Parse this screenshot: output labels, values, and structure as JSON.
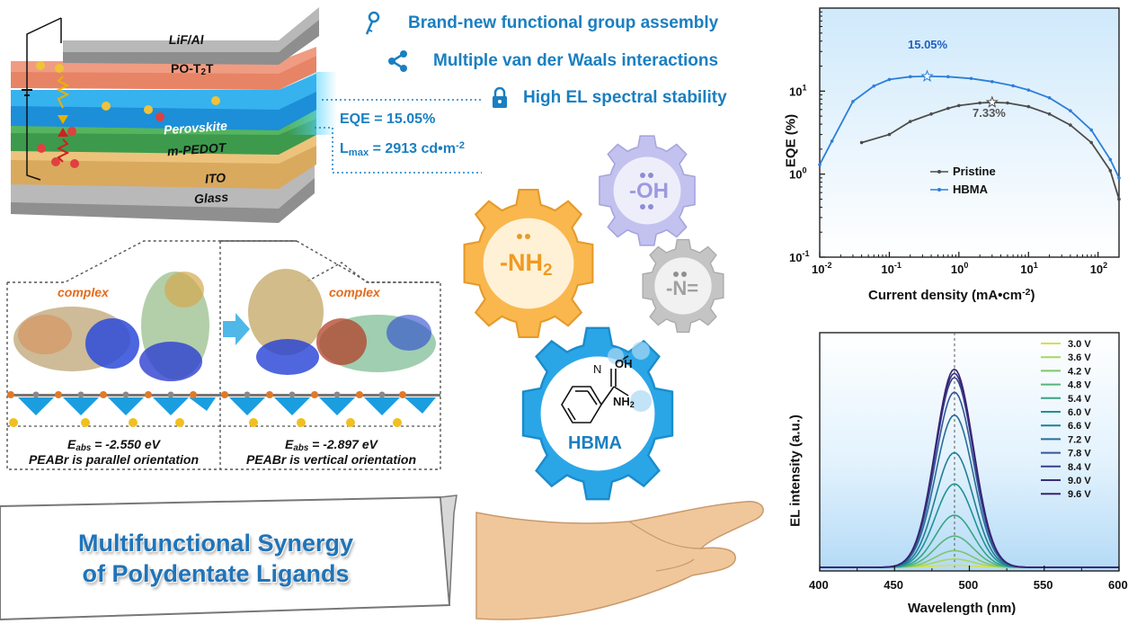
{
  "device": {
    "layers": [
      "LiF/Al",
      "PO-T",
      "2",
      "T",
      "Perovskite",
      "m-PEDOT",
      "ITO",
      "Glass"
    ]
  },
  "features": [
    {
      "icon": "key-icon",
      "text": "Brand-new functional group assembly"
    },
    {
      "icon": "share-icon",
      "text": "Multiple van der Waals interactions"
    },
    {
      "icon": "lock-icon",
      "text": "High EL spectral stability"
    }
  ],
  "params": {
    "eqe": "EQE = 15.05%",
    "lmax_prefix": "L",
    "lmax_sub": "max",
    "lmax_value": " = 2913 cd•m",
    "lmax_exp": "-2"
  },
  "panels": [
    {
      "complex": "complex",
      "eabs_label": "E",
      "eabs_sub": "abs",
      "eabs_value": " = -2.550 eV",
      "orientation": "PEABr is parallel orientation"
    },
    {
      "complex": "complex",
      "eabs_label": "E",
      "eabs_sub": "abs",
      "eabs_value": " = -2.897 eV",
      "orientation": "PEABr is vertical orientation"
    }
  ],
  "gears": {
    "nh2": "-NH",
    "nh2_sub": "2",
    "oh": "-OH",
    "n": "-N=",
    "hbma": "HBMA",
    "oh_label": "OH",
    "nh2_label": "NH",
    "nh2_label_sub": "2",
    "n_label": "N"
  },
  "banner": {
    "line1": "Multifunctional Synergy",
    "line2": "of Polydentate Ligands"
  },
  "colors": {
    "accent_blue": "#1a7fc1",
    "pristine": "#4d4d4d",
    "hbma": "#2d7fd8",
    "nh2_gear": "#f5b84a",
    "oh_gear": "#b8b7e8",
    "n_gear": "#bdbdbd",
    "hbma_gear": "#27a3e2"
  },
  "chart_data": [
    {
      "type": "line",
      "xlabel": "Current density (mA•cm",
      "xlabel_exp": "-2",
      "xlabel_end": ")",
      "ylabel": "EQE (%)",
      "x_scale": "log",
      "y_scale": "log",
      "xlim": [
        0.01,
        200
      ],
      "ylim": [
        0.1,
        100
      ],
      "x_ticks": [
        {
          "base": "10",
          "exp": "-2"
        },
        {
          "base": "10",
          "exp": "-1"
        },
        {
          "base": "10",
          "exp": "0"
        },
        {
          "base": "10",
          "exp": "1"
        },
        {
          "base": "10",
          "exp": "2"
        }
      ],
      "y_ticks": [
        {
          "base": "10",
          "exp": "-1"
        },
        {
          "base": "10",
          "exp": "0"
        },
        {
          "base": "10",
          "exp": "1"
        }
      ],
      "series": [
        {
          "name": "Pristine",
          "color": "#4d4d4d",
          "x": [
            0.04,
            0.1,
            0.2,
            0.4,
            0.7,
            1.0,
            2.0,
            3.0,
            5.0,
            10,
            20,
            40,
            80,
            150,
            200
          ],
          "y": [
            2.4,
            3.0,
            4.3,
            5.3,
            6.2,
            6.7,
            7.2,
            7.33,
            7.2,
            6.5,
            5.3,
            3.9,
            2.4,
            1.1,
            0.5
          ]
        },
        {
          "name": "HBMA",
          "color": "#2d7fd8",
          "x": [
            0.01,
            0.015,
            0.03,
            0.06,
            0.1,
            0.2,
            0.35,
            0.7,
            1.5,
            3,
            6,
            10,
            20,
            40,
            80,
            150,
            200
          ],
          "y": [
            1.3,
            2.5,
            7.5,
            11.5,
            13.8,
            14.9,
            15.05,
            14.9,
            14.2,
            13.0,
            11.6,
            10.3,
            8.3,
            5.8,
            3.4,
            1.5,
            0.9
          ]
        }
      ],
      "annotations": [
        {
          "text": "15.05%",
          "series": "HBMA",
          "x": 0.35,
          "y": 15.05
        },
        {
          "text": "7.33%",
          "series": "Pristine",
          "x": 3.0,
          "y": 7.33
        }
      ],
      "legend": "center-right"
    },
    {
      "type": "line",
      "xlabel": "Wavelength (nm)",
      "ylabel": "EL intensity (a.u.)",
      "xlim": [
        400,
        600
      ],
      "x_ticks": [
        "400",
        "450",
        "500",
        "550",
        "600"
      ],
      "peak_nm": 490,
      "peak_fwhm_nm": 30,
      "series": [
        {
          "name": "3.0 V",
          "color": "#d4e24a",
          "peak": 0.01
        },
        {
          "name": "3.6 V",
          "color": "#a8d65a",
          "peak": 0.04
        },
        {
          "name": "4.2 V",
          "color": "#7fc66a",
          "peak": 0.08
        },
        {
          "name": "4.8 V",
          "color": "#55b579",
          "peak": 0.15
        },
        {
          "name": "5.4 V",
          "color": "#35a586",
          "peak": 0.25
        },
        {
          "name": "6.0 V",
          "color": "#1f9391",
          "peak": 0.4
        },
        {
          "name": "6.6 V",
          "color": "#217f95",
          "peak": 0.55
        },
        {
          "name": "7.2 V",
          "color": "#2b6c98",
          "peak": 0.73
        },
        {
          "name": "7.8 V",
          "color": "#33579a",
          "peak": 0.84
        },
        {
          "name": "8.4 V",
          "color": "#373f90",
          "peak": 0.91
        },
        {
          "name": "9.0 V",
          "color": "#39307c",
          "peak": 0.93
        },
        {
          "name": "9.6 V",
          "color": "#3a2270",
          "peak": 0.95
        }
      ],
      "legend": "top-right",
      "grid": false
    }
  ]
}
